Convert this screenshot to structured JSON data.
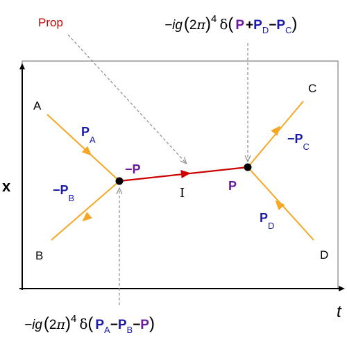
{
  "colors": {
    "frame": "#999999",
    "axis": "#000000",
    "external_line": "#f5a623",
    "propagator": "#cc0000",
    "momentum": "#1a1aa8",
    "internal_momentum": "#6a1a9a",
    "leader": "#8c8c8c",
    "vertex": "#000000"
  },
  "axes": {
    "x_label": "x",
    "t_label": "t"
  },
  "points": {
    "A": "A",
    "B": "B",
    "C": "C",
    "D": "D",
    "I": "I"
  },
  "momenta": {
    "pa_main": "P",
    "pa_sub": "A",
    "pb_main": "−P",
    "pb_sub": "B",
    "pc_main": "−P",
    "pc_sub": "C",
    "pd_main": "P",
    "pd_sub": "D",
    "neg_p": "−P",
    "p": "P"
  },
  "prop_label": "Prop",
  "vertex_right_formula": {
    "factor": "−ig",
    "paren_open": "(",
    "two": "2",
    "pi": "π",
    "paren_close": ")",
    "power": "4",
    "delta": "δ",
    "arg_open": "(",
    "p": "P",
    "op1": "+",
    "pd_main": "P",
    "pd_sub": "D",
    "op2": "−",
    "pc_main": "P",
    "pc_sub": "C",
    "arg_close": ")"
  },
  "vertex_left_formula": {
    "factor": "−ig",
    "paren_open": "(",
    "two": "2",
    "pi": "π",
    "paren_close": ")",
    "power": "4",
    "delta": "δ",
    "arg_open": "(",
    "pa_main": "P",
    "pa_sub": "A",
    "op1": "−",
    "pb_main": "P",
    "pb_sub": "B",
    "op2": "−",
    "p": "P",
    "arg_close": ")"
  }
}
